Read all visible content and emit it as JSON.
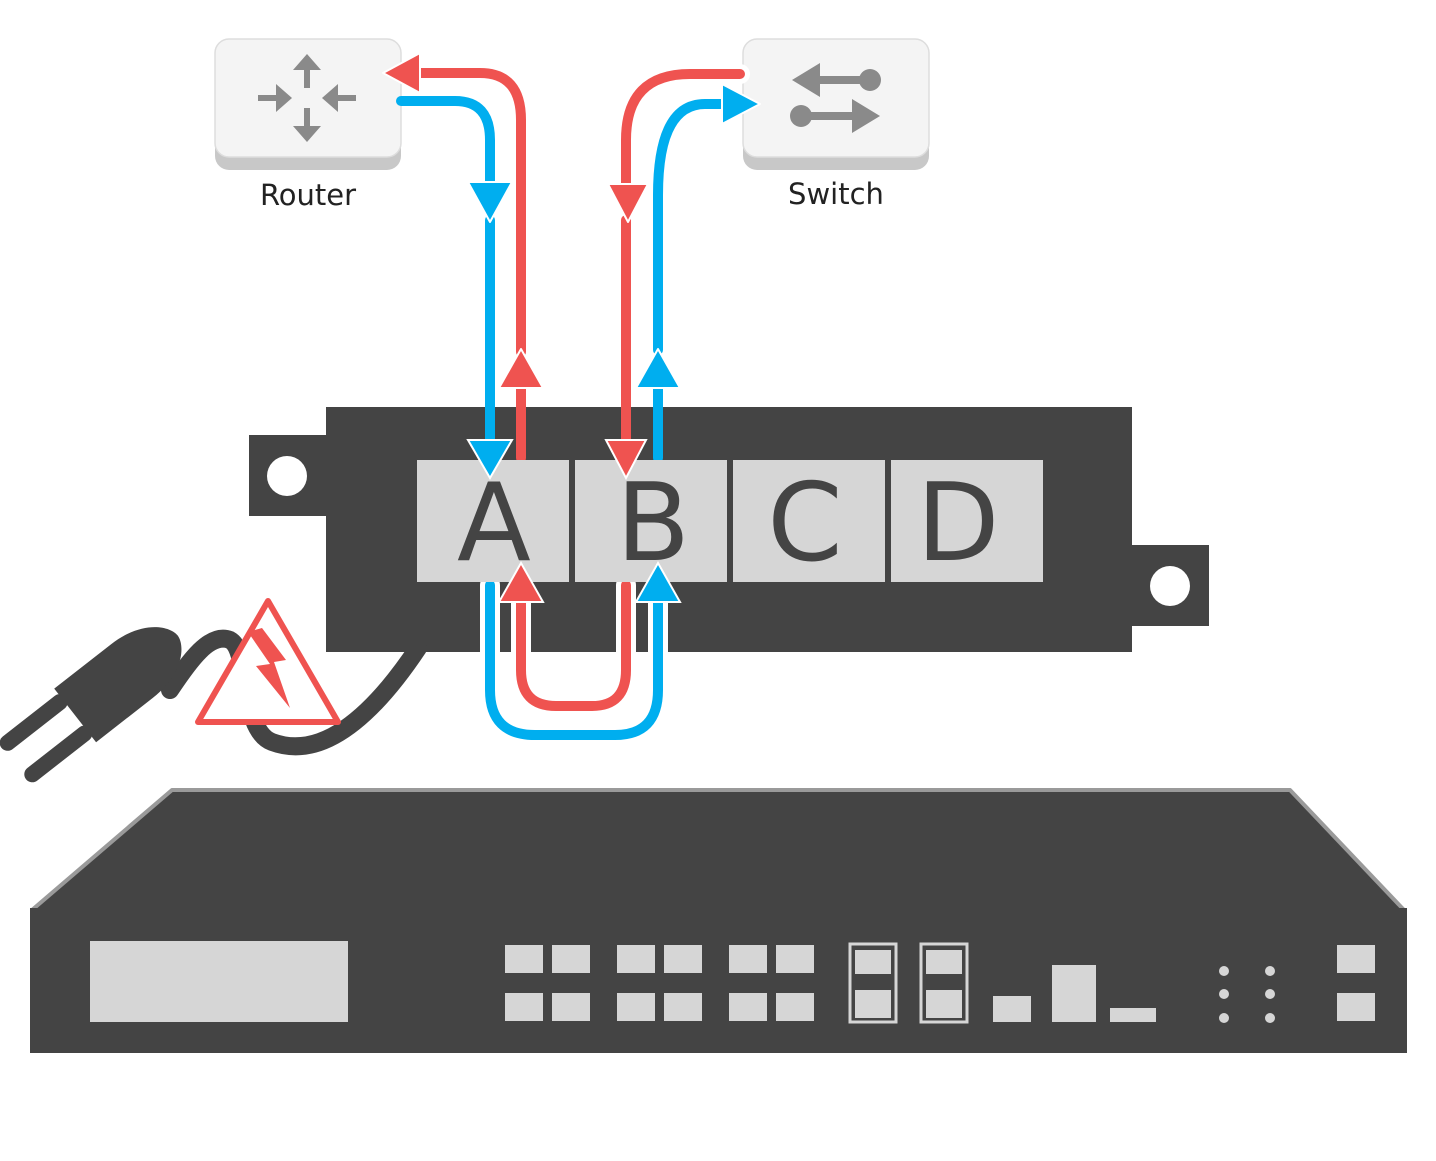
{
  "devices": {
    "router": {
      "label": "Router",
      "icon": "router-icon"
    },
    "switch": {
      "label": "Switch",
      "icon": "switch-icon"
    }
  },
  "bypass_module": {
    "ports": [
      "A",
      "B",
      "C",
      "D"
    ]
  },
  "colors": {
    "inbound": "#00aeef",
    "outbound": "#ef5350",
    "chassis": "#444444",
    "port_fill": "#d6d6d6",
    "tile": "#f2f2f2",
    "warning": "#ef5350"
  },
  "icons": [
    "router-icon",
    "switch-icon",
    "power-plug-icon",
    "high-voltage-warning-icon"
  ]
}
